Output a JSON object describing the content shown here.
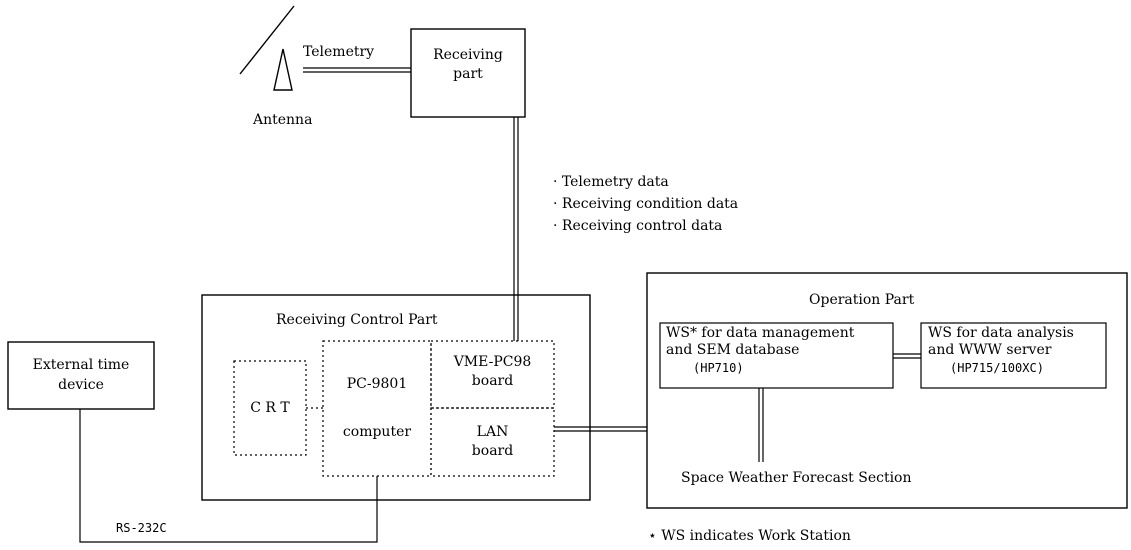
{
  "antenna": {
    "label": "Antenna",
    "link_label": "Telemetry"
  },
  "receiving_part": {
    "line1": "Receiving",
    "line2": "part"
  },
  "data_items": [
    "· Telemetry data",
    "· Receiving condition data",
    "· Receiving control data"
  ],
  "receiving_control_part": {
    "title": "Receiving Control Part",
    "crt": "C R T",
    "pc_line1": "PC-9801",
    "pc_line2": "computer",
    "vme_line1": "VME-PC98",
    "vme_line2": "board",
    "lan_line1": "LAN",
    "lan_line2": "board"
  },
  "external_time_device": {
    "line1": "External time",
    "line2": "device"
  },
  "rs232c_label": "RS-232C",
  "operation_part": {
    "title": "Operation Part",
    "ws_management": {
      "line1": "WS* for data management",
      "line2": "and SEM database",
      "model": "(HP710)"
    },
    "ws_analysis": {
      "line1": "WS for data analysis",
      "line2": "and WWW server",
      "model": "(HP715/100XC)"
    },
    "forecast_section": "Space Weather Forecast Section"
  },
  "footnote": "⋆ WS indicates Work Station"
}
